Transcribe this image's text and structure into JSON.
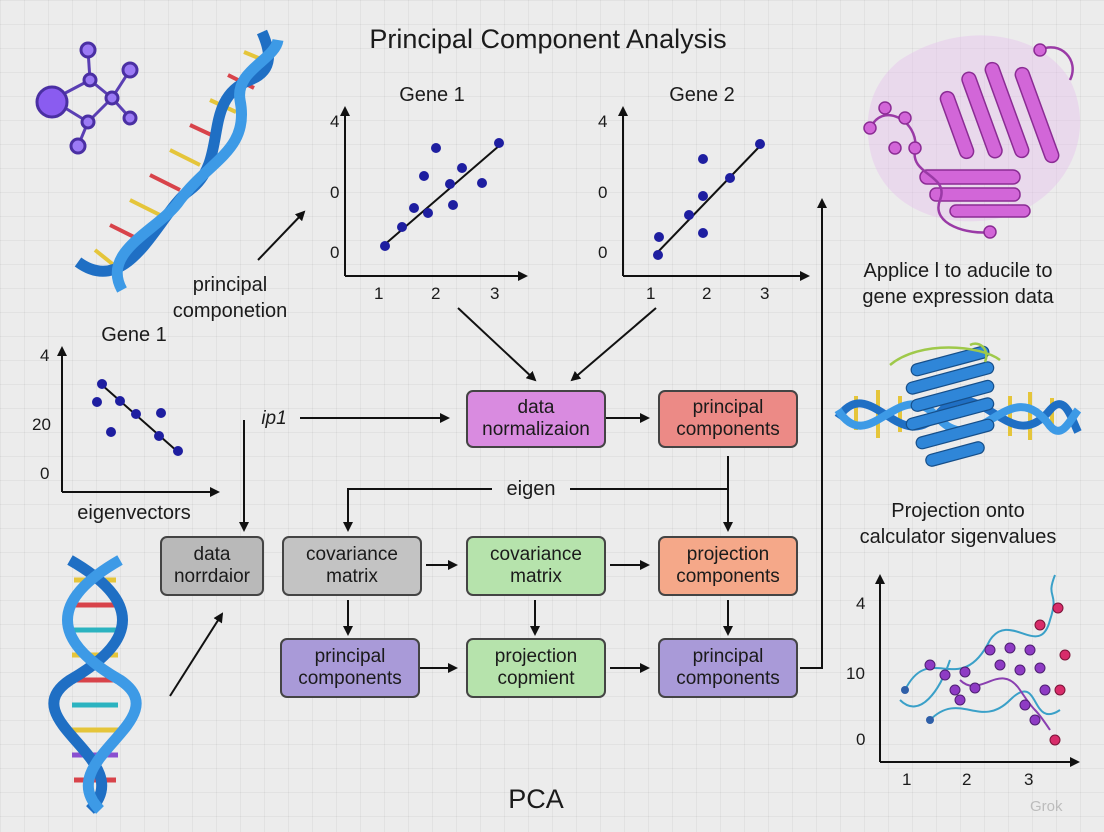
{
  "title": "Principal Component Analysis",
  "footer": "PCA",
  "watermark": "Grok",
  "plots": {
    "gene1_top": {
      "title": "Gene 1",
      "y_ticks": [
        "4",
        "0",
        "0"
      ],
      "x_ticks": [
        "1",
        "2",
        "3"
      ]
    },
    "gene2_top": {
      "title": "Gene 2",
      "y_ticks": [
        "4",
        "0",
        "0"
      ],
      "x_ticks": [
        "1",
        "2",
        "3"
      ]
    },
    "gene1_left": {
      "title": "Gene 1",
      "y_ticks": [
        "4",
        "20",
        "0"
      ],
      "x_label": "eigenvectors"
    },
    "protein_plot": {
      "y_ticks": [
        "4",
        "10",
        "0"
      ],
      "x_ticks": [
        "1",
        "2",
        "3"
      ]
    }
  },
  "labels": {
    "principal_componetion": "principal\ncomponetion",
    "inp": "ip1",
    "eigen": "eigen",
    "applied": "Applice l to aducile to\ngene expression data",
    "projection": "Projection onto\ncalculator sigenvalues"
  },
  "boxes": {
    "data_normalization_top": {
      "text": "data\nnormalizaion",
      "color": "#d98be0"
    },
    "principal_components_top": {
      "text": "principal\ncomponents",
      "color": "#ec8a86"
    },
    "data_normalization_left": {
      "text": "data\nnorrdaior",
      "color": "#b9b9b9"
    },
    "covariance_matrix_gray": {
      "text": "covariance\nmatrix",
      "color": "#c3c3c3"
    },
    "covariance_matrix_green": {
      "text": "covariance\nmatrix",
      "color": "#b6e3ac"
    },
    "projection_components": {
      "text": "projection\ncomponents",
      "color": "#f5a889"
    },
    "principal_components_left": {
      "text": "principal\ncomponents",
      "color": "#a99ad8"
    },
    "projection_copmient": {
      "text": "projection\ncopmient",
      "color": "#b6e3ac"
    },
    "principal_components_right": {
      "text": "principal\ncomponents",
      "color": "#a99ad8"
    }
  }
}
